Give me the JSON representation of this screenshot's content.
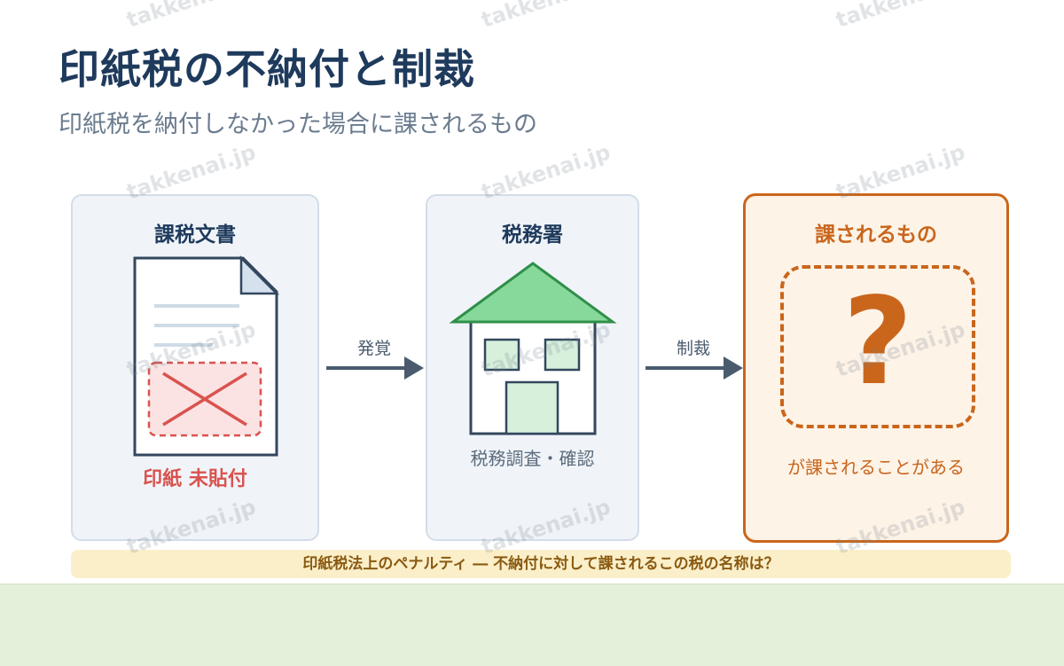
{
  "header": {
    "title": "印紙税の不納付と制裁",
    "subtitle": "印紙税を納付しなかった場合に課されるもの"
  },
  "panels": {
    "document": {
      "title": "課税文書",
      "caption": "印紙 未貼付"
    },
    "tax_office": {
      "title": "税務署",
      "caption": "税務調査・確認"
    },
    "result": {
      "title": "課されるもの",
      "symbol": "?",
      "caption": "が課されることがある"
    }
  },
  "arrows": {
    "discovery": "発覚",
    "sanction": "制裁"
  },
  "footer": {
    "note": "印紙税法上のペナルティ ― 不納付に対して課されるこの税の名称は？"
  },
  "watermark": "takkenai.jp",
  "colors": {
    "navy": "#1e3a5c",
    "accent_orange": "#c9661c",
    "alert_red": "#d9534f",
    "roof_green": "#86d99a",
    "window_green": "#d6f0dc",
    "panel_bg": "#f0f4f9"
  }
}
